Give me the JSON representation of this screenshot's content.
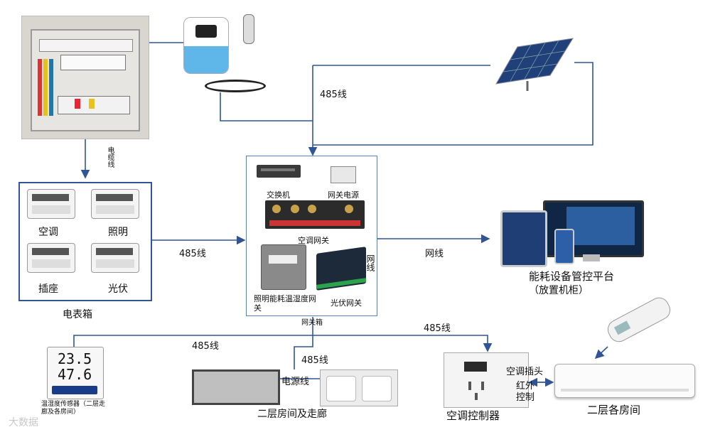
{
  "labels": {
    "line_485_top": "485线",
    "power_cable_vertical": "电缆线",
    "line_485_meterbox": "485线",
    "network_line": "网线",
    "line_485_bottom_right": "485线",
    "line_485_bottom_left": "485线",
    "line_485_room": "485线",
    "power_line": "电源线",
    "ac_plug": "空调插头",
    "infrared_control": "红外控制",
    "net_text_overlap": "网线"
  },
  "meter_box": {
    "title": "电表箱",
    "items": [
      "空调",
      "照明",
      "插座",
      "光伏"
    ]
  },
  "gateway_box": {
    "title": "网关箱",
    "switch": "交换机",
    "gateway_power": "网关电源",
    "ac_gateway": "空调网关",
    "lighting_gateway": "照明能耗温湿度网关",
    "pv_gateway": "光伏网关"
  },
  "platform": {
    "title": "能耗设备管控平台",
    "subtitle": "（放置机柜）"
  },
  "sensor": {
    "temp": "23.5",
    "humidity": "47.6",
    "caption": "温湿度传感器（二层走廊及各房间）"
  },
  "room": {
    "caption": "二层房间及走廊"
  },
  "ac_controller": {
    "caption": "空调控制器"
  },
  "ac_unit": {
    "caption": "二层各房间"
  },
  "watermark": "大数据"
}
